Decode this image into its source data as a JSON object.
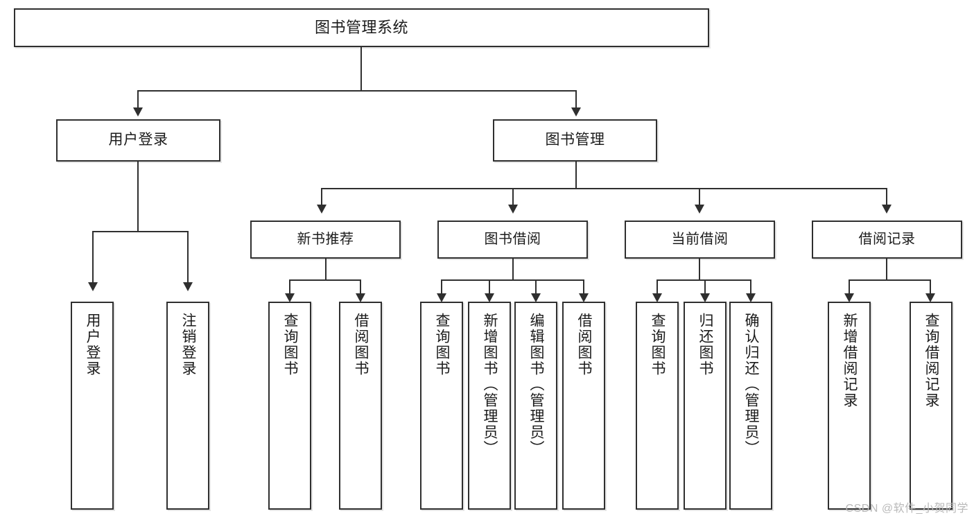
{
  "diagram": {
    "type": "tree-hierarchy",
    "title": "图书管理系统",
    "watermark": "CSDN @软件_小贺同学",
    "colors": {
      "background": "#ffffff",
      "border": "#2f2f2f",
      "text": "#1b1b1b",
      "watermark": "#b9b9b9"
    },
    "root": {
      "label": "图书管理系统"
    },
    "level1": [
      {
        "id": "user-login",
        "label": "用户登录"
      },
      {
        "id": "book-manage",
        "label": "图书管理"
      }
    ],
    "level2": [
      {
        "id": "new-book-recommend",
        "label": "新书推荐",
        "parent": "book-manage"
      },
      {
        "id": "book-borrow",
        "label": "图书借阅",
        "parent": "book-manage"
      },
      {
        "id": "current-borrow",
        "label": "当前借阅",
        "parent": "book-manage"
      },
      {
        "id": "borrow-record",
        "label": "借阅记录",
        "parent": "book-manage"
      }
    ],
    "leaves": {
      "user-login": [
        {
          "id": "leaf-user-login",
          "label": "用户登录"
        },
        {
          "id": "leaf-user-logout",
          "label": "注销登录"
        }
      ],
      "new-book-recommend": [
        {
          "id": "leaf-query-book-1",
          "label": "查询图书"
        },
        {
          "id": "leaf-borrow-book-1",
          "label": "借阅图书"
        }
      ],
      "book-borrow": [
        {
          "id": "leaf-query-book-2",
          "label": "查询图书"
        },
        {
          "id": "leaf-add-book",
          "label": "新增图书（管理员）"
        },
        {
          "id": "leaf-edit-book",
          "label": "编辑图书（管理员）"
        },
        {
          "id": "leaf-borrow-book-2",
          "label": "借阅图书"
        }
      ],
      "current-borrow": [
        {
          "id": "leaf-query-book-3",
          "label": "查询图书"
        },
        {
          "id": "leaf-return-book",
          "label": "归还图书"
        },
        {
          "id": "leaf-confirm-return",
          "label": "确认归还（管理员）"
        }
      ],
      "borrow-record": [
        {
          "id": "leaf-add-record",
          "label": "新增借阅记录"
        },
        {
          "id": "leaf-query-record",
          "label": "查询借阅记录"
        }
      ]
    }
  }
}
